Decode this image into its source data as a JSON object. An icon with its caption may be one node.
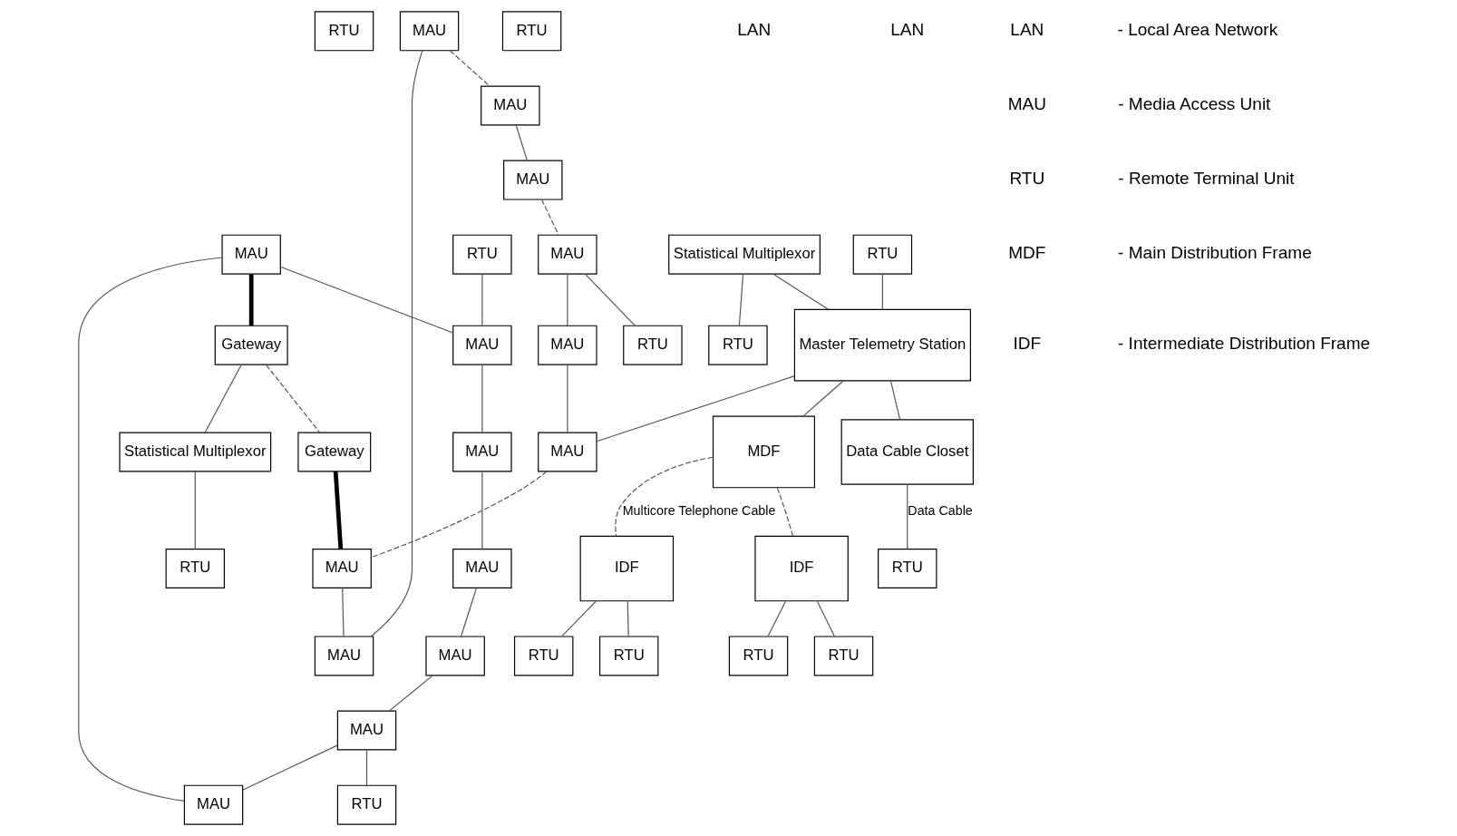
{
  "diagram": {
    "nodes": [
      {
        "text": [
          "RTU"
        ]
      },
      {
        "text": [
          "MAU"
        ]
      },
      {
        "text": [
          "MAU"
        ]
      },
      {
        "text": [
          "RTU"
        ]
      },
      {
        "text": [
          "MAU"
        ]
      },
      {
        "text": [
          "Gateway"
        ]
      },
      {
        "text": [
          "Gateway"
        ]
      },
      {
        "text": [
          "MAU"
        ]
      },
      {
        "text": [
          "MAU"
        ]
      },
      {
        "text": [
          "MAU"
        ]
      },
      {
        "text": [
          "MAU"
        ]
      },
      {
        "text": [
          "Statistical Multiplexor"
        ]
      },
      {
        "text": [
          "Statistical Multiplexor"
        ]
      },
      {
        "text": [
          "MAU"
        ]
      },
      {
        "text": [
          "RTU"
        ]
      },
      {
        "text": [
          "RTU"
        ]
      },
      {
        "text": [
          "MAU"
        ]
      },
      {
        "text": [
          "MAU"
        ]
      },
      {
        "text": [
          "RTU"
        ]
      },
      {
        "text": [
          "Master Telemetry Station"
        ]
      },
      {
        "text": [
          "MAU"
        ]
      },
      {
        "text": [
          "MAU"
        ]
      },
      {
        "text": [
          "MAU"
        ]
      },
      {
        "text": [
          "Data Cable Closet"
        ]
      },
      {
        "text": [
          "MDF"
        ]
      },
      {
        "text": [
          "MAU"
        ]
      },
      {
        "text": [
          "MAU"
        ]
      },
      {
        "text": [
          "RTU"
        ]
      },
      {
        "text": [
          "RTU"
        ]
      },
      {
        "text": [
          "RTU"
        ]
      },
      {
        "text": [
          "RTU"
        ]
      },
      {
        "text": [
          "IDF"
        ]
      },
      {
        "text": [
          "IDF"
        ]
      },
      {
        "text": [
          "RTU"
        ]
      },
      {
        "text": [
          "RTU"
        ]
      },
      {
        "text": [
          "RTU"
        ]
      },
      {
        "text": [
          "RTU"
        ]
      }
    ],
    "edges": [
      {
        "from": 7,
        "to": 10,
        "arrow": "none"
      },
      {
        "from": 10,
        "to": 9,
        "arrow": "none"
      },
      {
        "from": 9,
        "to": 13,
        "arrow": "none"
      },
      {
        "from": 13,
        "to": 21,
        "arrow": "none"
      },
      {
        "from": 21,
        "to": 22,
        "arrow": "none"
      },
      {
        "from": 22,
        "to": 17,
        "arrow": "none"
      },
      {
        "from": 17,
        "to": 7,
        "arrow": "none"
      },
      {
        "from": 3,
        "to": 10,
        "arrow": "none"
      },
      {
        "from": 22,
        "to": 27,
        "arrow": "none"
      },
      {
        "from": 7,
        "to": 5,
        "arrow": "none",
        "style": "thick"
      },
      {
        "from": 5,
        "to": 6,
        "arrow": "none",
        "style": "dashed"
      },
      {
        "from": 6,
        "to": 8,
        "arrow": "none",
        "style": "thick"
      },
      {
        "from": 5,
        "to": 11,
        "arrow": "none"
      },
      {
        "from": 11,
        "to": 14,
        "arrow": "none"
      },
      {
        "from": 12,
        "to": 15,
        "arrow": "none"
      },
      {
        "from": 12,
        "to": 19,
        "arrow": "none"
      },
      {
        "from": 8,
        "to": 2,
        "arrow": "none"
      },
      {
        "from": 2,
        "to": 1,
        "arrow": "none"
      },
      {
        "from": 1,
        "to": 4,
        "arrow": "none",
        "style": "dashed"
      },
      {
        "from": 4,
        "to": 16,
        "arrow": "none"
      },
      {
        "from": 16,
        "to": 26,
        "arrow": "none",
        "style": "dashed"
      },
      {
        "from": 26,
        "to": 25,
        "arrow": "none"
      },
      {
        "from": 25,
        "to": 20,
        "arrow": "none"
      },
      {
        "from": 20,
        "to": 8,
        "arrow": "none",
        "style": "dashed"
      },
      {
        "from": 26,
        "to": 30,
        "arrow": "none"
      },
      {
        "from": 18,
        "to": 19,
        "arrow": "none"
      },
      {
        "from": 19,
        "to": 20,
        "arrow": "none"
      },
      {
        "from": 19,
        "to": 23,
        "arrow": "none"
      },
      {
        "from": 19,
        "to": 24,
        "arrow": "none"
      },
      {
        "from": 23,
        "to": 29,
        "arrow": "none",
        "label": "Data Cable"
      },
      {
        "from": 24,
        "to": 31,
        "arrow": "none",
        "style": "dashed"
      },
      {
        "from": 24,
        "to": 32,
        "arrow": "none",
        "style": "dashed",
        "label": "Multicore Telephone Cable"
      },
      {
        "from": 31,
        "to": 33,
        "arrow": "none"
      },
      {
        "from": 31,
        "to": 35,
        "arrow": "none"
      },
      {
        "from": 32,
        "to": 36,
        "arrow": "none"
      },
      {
        "from": 32,
        "to": 34,
        "arrow": "none"
      }
    ],
    "labels": [
      "LAN",
      "LAN",
      "LAN",
      "- Local Area Network",
      "MAU",
      "- Media Access Unit",
      "RTU",
      "- Remote Terminal Unit",
      "MDF",
      "- Main Distribution Frame",
      "IDF",
      "- Intermediate Distribution Frame"
    ]
  }
}
